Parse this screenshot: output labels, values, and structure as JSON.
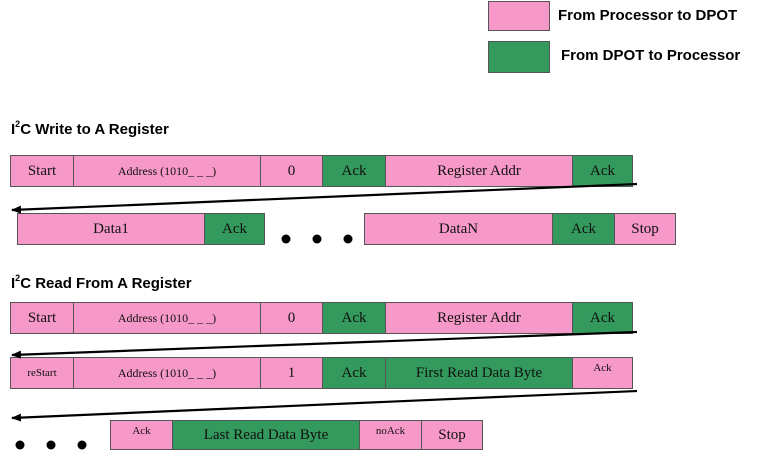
{
  "legend": {
    "processor_to_dpot": {
      "label": "From Processor to DPOT",
      "color": "#f799c8"
    },
    "dpot_to_processor": {
      "label": "From DPOT to Processor",
      "color": "#33995c"
    }
  },
  "write_section": {
    "heading_prefix": "I",
    "heading_sup": "2",
    "heading_rest": "C Write to A Register",
    "row1": {
      "start": "Start",
      "address": "Address (1010_ _ _)",
      "rw_bit": "0",
      "ack1": "Ack",
      "register_addr": "Register Addr",
      "ack2": "Ack"
    },
    "row2": {
      "data1": "Data1",
      "ack1": "Ack",
      "datan": "DataN",
      "ack2": "Ack",
      "stop": "Stop"
    }
  },
  "read_section": {
    "heading_prefix": "I",
    "heading_sup": "2",
    "heading_rest": "C Read From A Register",
    "row1": {
      "start": "Start",
      "address": "Address (1010_ _ _)",
      "rw_bit": "0",
      "ack1": "Ack",
      "register_addr": "Register Addr",
      "ack2": "Ack"
    },
    "row2": {
      "restart": "reStart",
      "address": "Address (1010_ _ _)",
      "rw_bit": "1",
      "ack1": "Ack",
      "first_read": "First Read Data Byte",
      "ack2": "Ack"
    },
    "row3": {
      "ack": "Ack",
      "last_read": "Last Read Data Byte",
      "noack": "noAck",
      "stop": "Stop"
    }
  }
}
